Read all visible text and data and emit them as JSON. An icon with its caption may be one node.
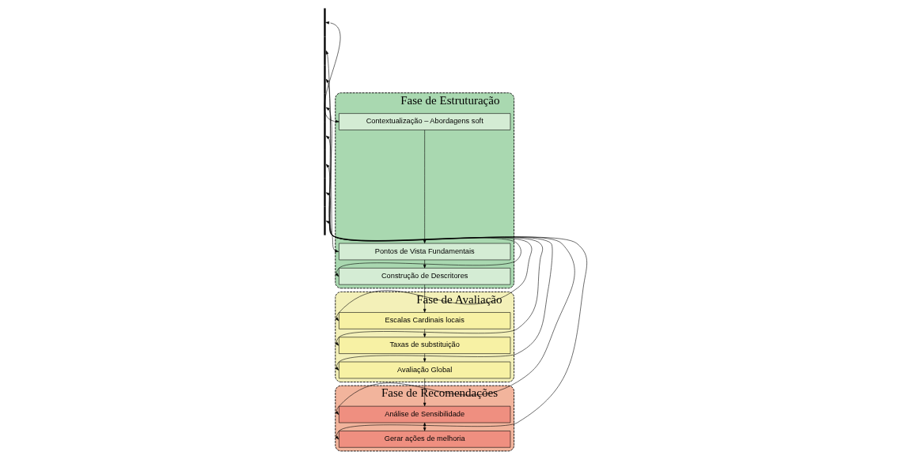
{
  "diagram": {
    "nodes": [
      {
        "text": [
          "Fase de Estruturação"
        ]
      },
      {
        "text": [
          "Contextualização – Abordagens soft"
        ],
        "in": 0
      },
      {
        "text": [
          "Pontos de Vista Fundamentais"
        ],
        "in": 0
      },
      {
        "text": [
          "Construção de Descritores"
        ],
        "in": 0
      },
      {
        "text": [
          "Fase de Avaliação"
        ]
      },
      {
        "text": [
          "Escalas Cardinais locais"
        ],
        "in": 4
      },
      {
        "text": [
          "Taxas de substituição"
        ],
        "in": 4
      },
      {
        "text": [
          "Avaliação Global"
        ],
        "in": 4
      },
      {
        "text": [
          "Fase de Recomendações"
        ]
      },
      {
        "text": [
          "Análise de Sensibilidade"
        ],
        "in": 8
      },
      {
        "text": [
          "Gerar ações de melhoria"
        ],
        "in": 8
      },
      {
        "text": [],
        "shape": "bar"
      }
    ],
    "edges": [
      {
        "from": 1,
        "to": 2,
        "arrow": "to"
      },
      {
        "from": 2,
        "to": 3,
        "arrow": "to"
      },
      {
        "from": 3,
        "to": 5,
        "arrow": "to"
      },
      {
        "from": 5,
        "to": 6,
        "arrow": "to"
      },
      {
        "from": 6,
        "to": 7,
        "arrow": "to"
      },
      {
        "from": 7,
        "to": 9,
        "arrow": "to"
      },
      {
        "from": 9,
        "to": 10,
        "arrow": "both"
      },
      {
        "from": 11,
        "to": 1,
        "arrow": "both"
      },
      {
        "from": 11,
        "to": 2,
        "arrow": "both"
      },
      {
        "from": 11,
        "to": 3,
        "arrow": "both"
      },
      {
        "from": 11,
        "to": 5,
        "arrow": "both"
      },
      {
        "from": 11,
        "to": 6,
        "arrow": "both"
      },
      {
        "from": 11,
        "to": 7,
        "arrow": "both"
      },
      {
        "from": 11,
        "to": 9,
        "arrow": "both"
      },
      {
        "from": 11,
        "to": 10,
        "arrow": "both"
      }
    ]
  }
}
